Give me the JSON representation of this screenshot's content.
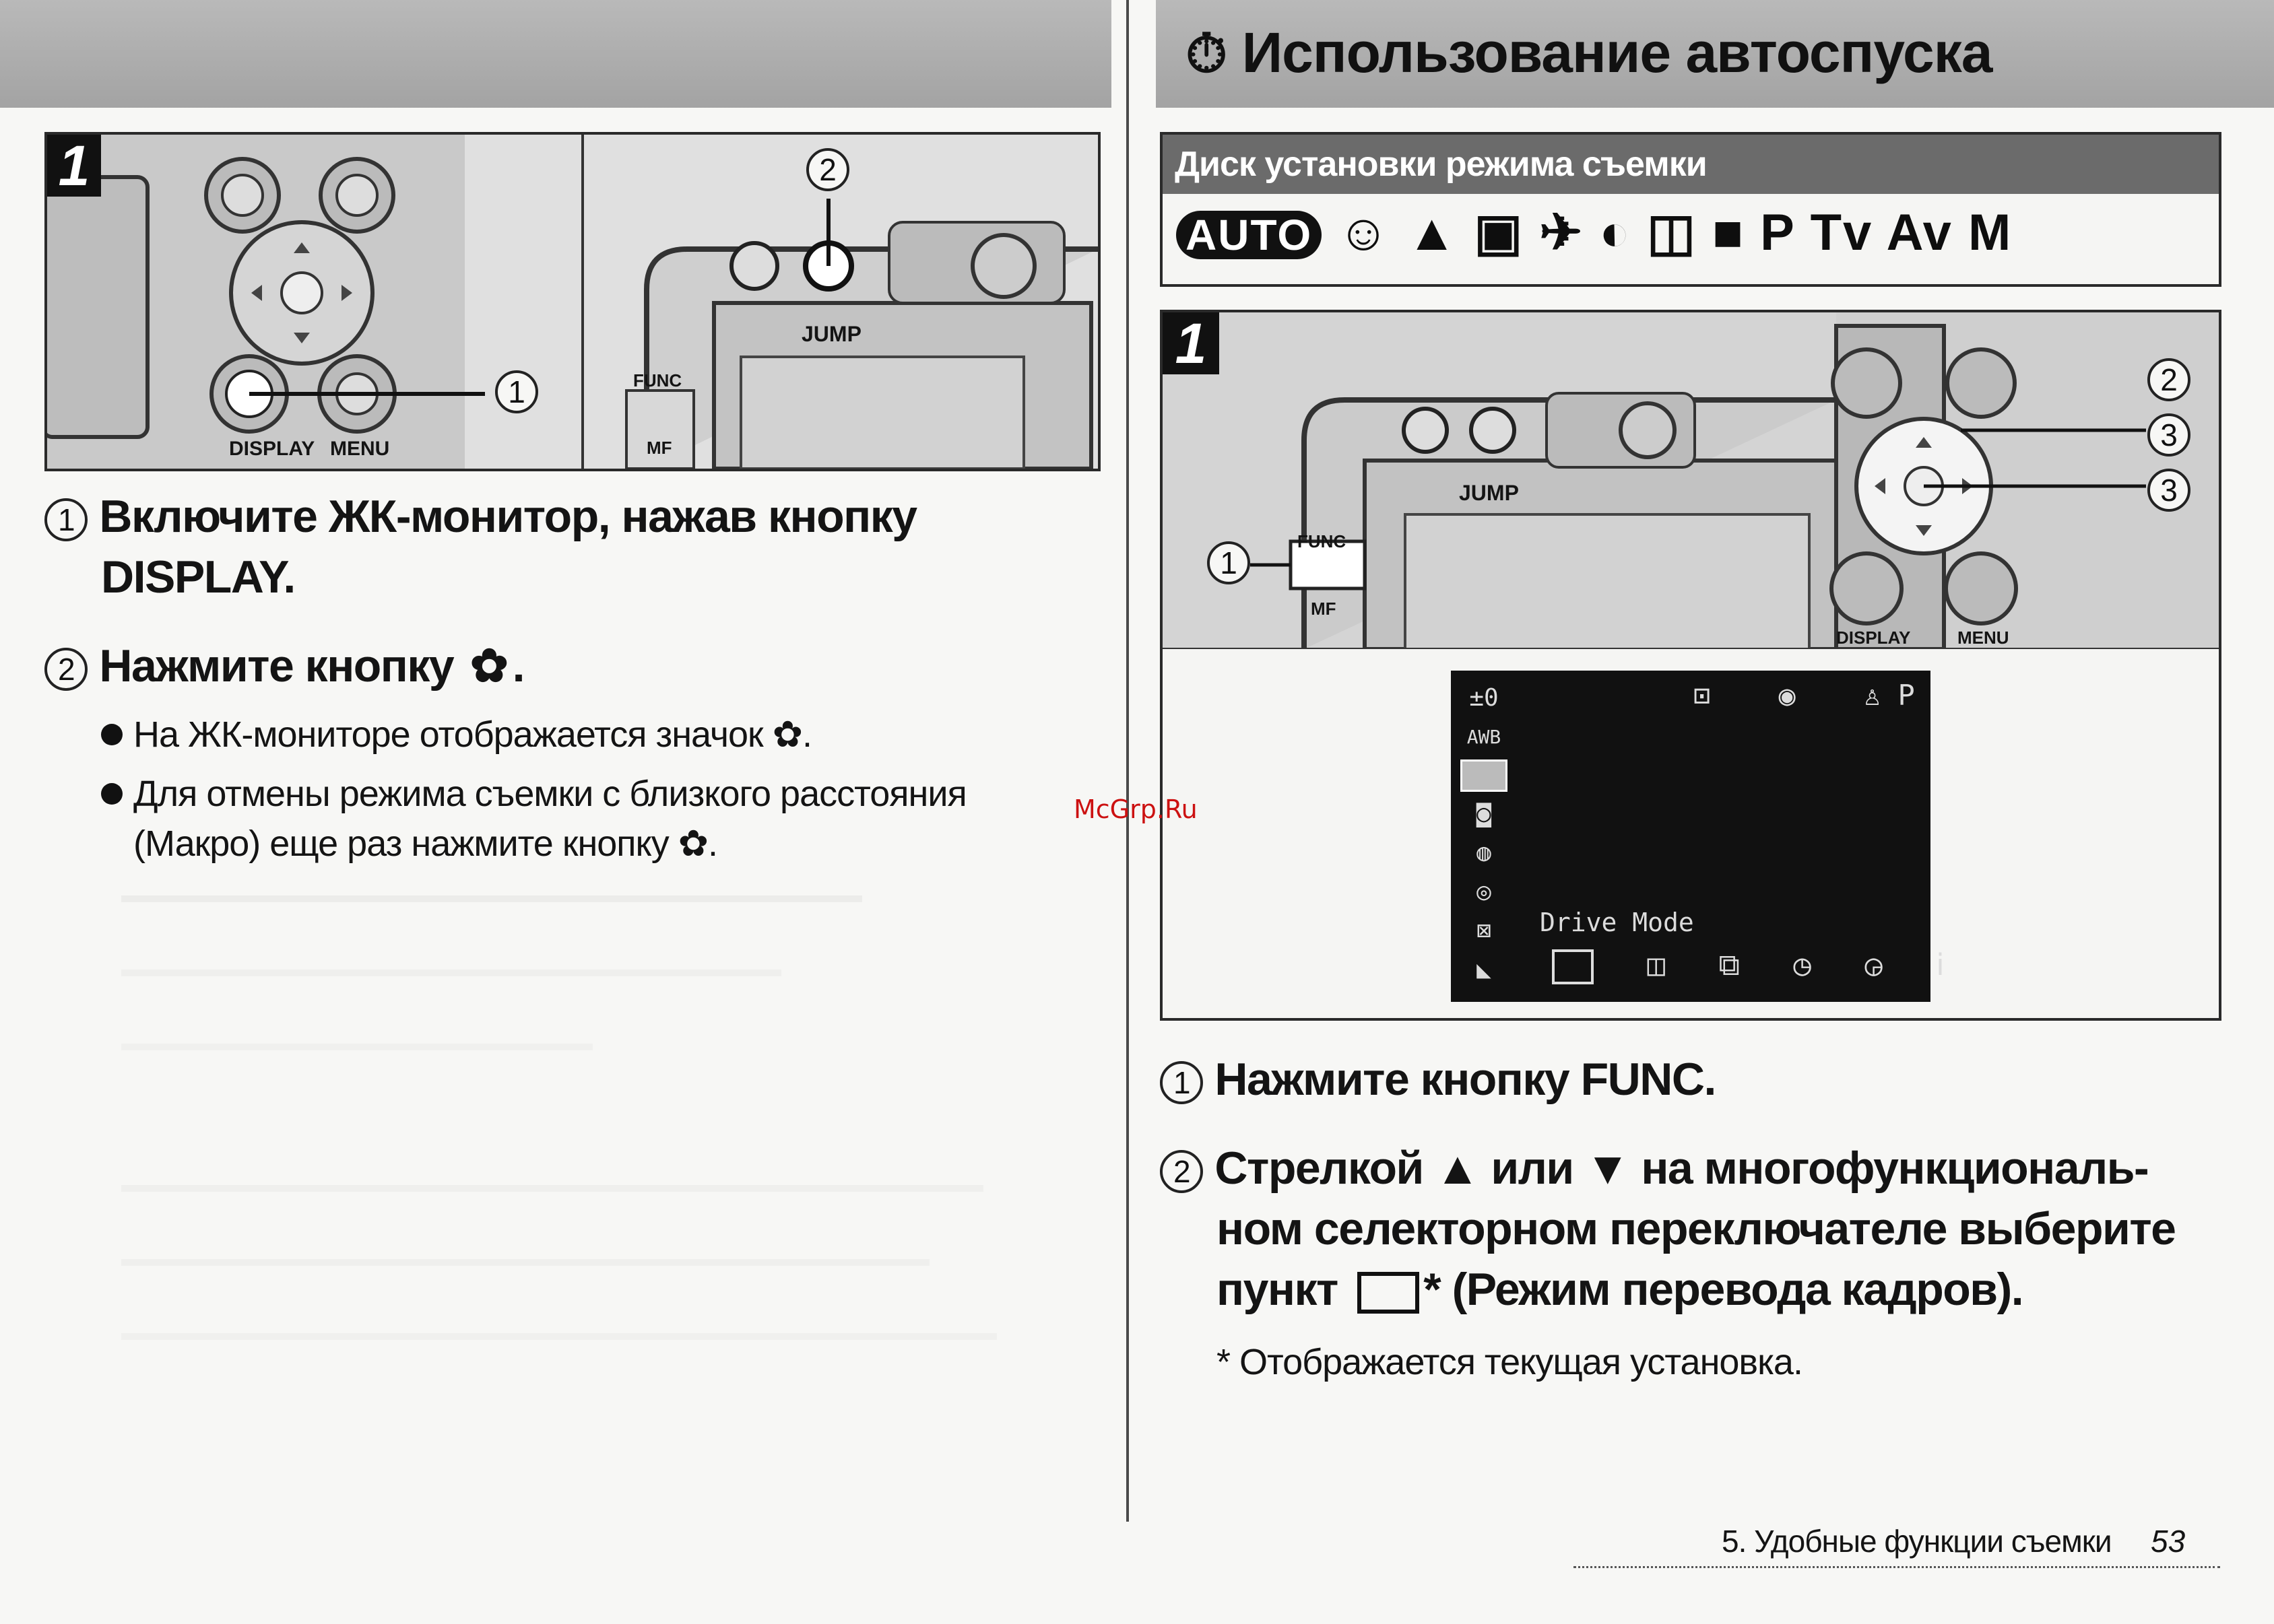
{
  "left": {
    "step_number": "1",
    "callouts": {
      "c1": "1",
      "c2": "2"
    },
    "camera_labels": {
      "display": "DISPLAY",
      "menu": "MENU",
      "jump": "JUMP",
      "func": "FUNC",
      "mf": "MF"
    },
    "step1_num": "1",
    "step1_text_line1": "Включите ЖК-монитор, нажав кнопку",
    "step1_text_line2": "DISPLAY.",
    "step2_num": "2",
    "step2_text": "Нажмите кнопку",
    "step2_icon": "macro-flower-icon",
    "bullets": [
      {
        "text": "На ЖК-мониторе отображается значок"
      },
      {
        "text_line1": "Для отмены режима съемки с близкого расстояния",
        "text_line2": "(Макро) еще раз нажмите кнопку"
      }
    ]
  },
  "right": {
    "title_icon": "self-timer-icon",
    "title": "Использование автоспуска",
    "mode_dial_label": "Диск установки режима съемки",
    "mode_icons": [
      "AUTO",
      "portrait-icon",
      "landscape-icon",
      "night-scene-icon",
      "sports-icon",
      "scene-icon",
      "stitch-assist-icon",
      "movie-icon",
      "P",
      "Tv",
      "Av",
      "M"
    ],
    "step_number": "1",
    "callouts": {
      "c1": "1",
      "c2": "2",
      "c3a": "3",
      "c3b": "3"
    },
    "camera_labels": {
      "jump": "JUMP",
      "func": "FUNC",
      "mf": "MF",
      "display": "DISPLAY",
      "menu": "MENU"
    },
    "lcd": {
      "left_icons": [
        "±0",
        "AWB",
        "drive-single",
        "iso",
        "effect-off",
        "bracket-off",
        "metering",
        "size-L"
      ],
      "top_right": "P",
      "drive_mode_label": "Drive Mode",
      "bottom_icons": [
        "single",
        "continuous",
        "hi-speed",
        "timer-10",
        "timer-2",
        "custom-timer"
      ]
    },
    "step1_num": "1",
    "step1_text": "Нажмите кнопку FUNC.",
    "step2_num": "2",
    "step2_line1": "Стрелкой ▲ или ▼ на многофункциональ-",
    "step2_line2": "ном селекторном переключателе выберите",
    "step2_line3_a": "пункт",
    "step2_line3_b": "* (Режим перевода кадров).",
    "note": "* Отображается текущая установка."
  },
  "watermark": "McGrp.Ru",
  "footer": {
    "section": "5.   Удобные функции съемки",
    "page": "53"
  },
  "colors": {
    "header_bar": "#a8a8a8",
    "watermark": "#cc1111",
    "panel_dark": "#6b6b6b",
    "page_bg": "#f7f7f5"
  }
}
